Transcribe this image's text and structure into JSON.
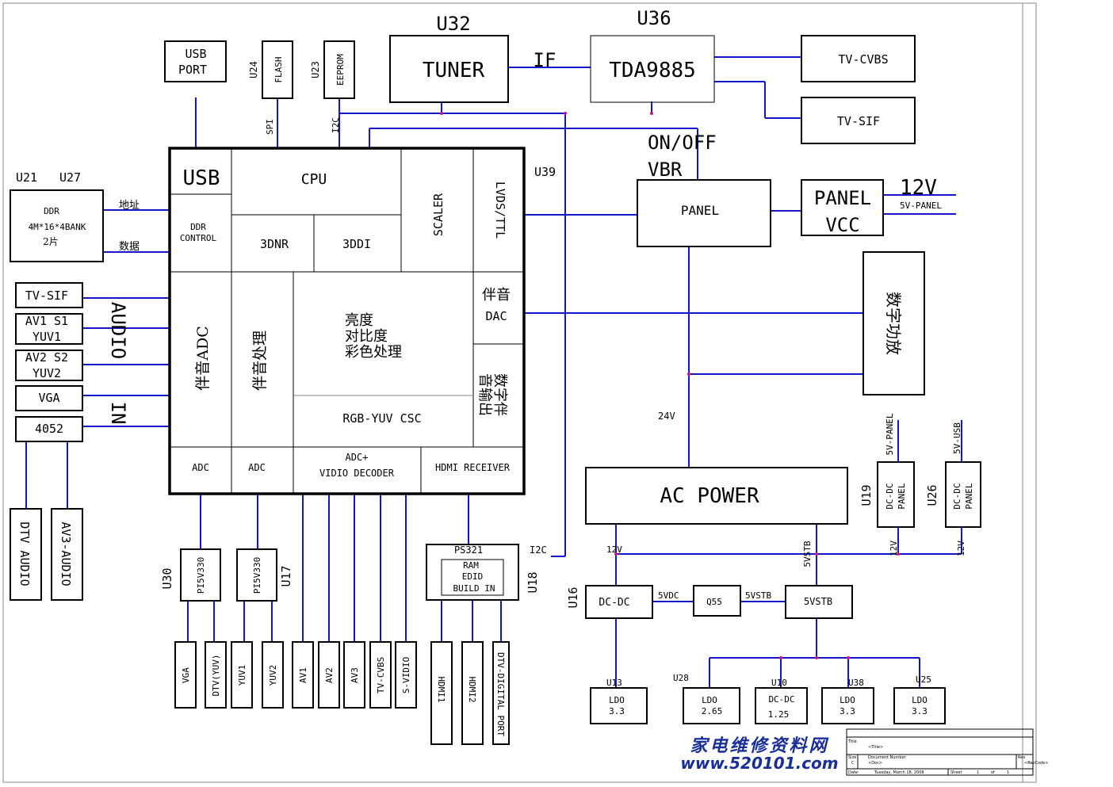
{
  "labels": {
    "usb_port": [
      "USB",
      "PORT"
    ],
    "u24": "U24",
    "flash": "FLASH",
    "spi": "SPI",
    "u23": "U23",
    "eeprom": "EEPROM",
    "i2c_top": "I2C",
    "u32": "U32",
    "tuner": "TUNER",
    "if": "IF",
    "u36": "U36",
    "tda": "TDA9885",
    "tv_cvbs": "TV-CVBS",
    "tv_sif_out": "TV-SIF",
    "onoff": "ON/OFF",
    "vbr": "VBR",
    "panel": "PANEL",
    "panel_vcc": [
      "PANEL",
      "VCC"
    ],
    "v12": "12V",
    "v5panel": "5V-PANEL",
    "u39": "U39",
    "u21": "U21",
    "u27": "U27",
    "ddr": [
      "DDR",
      "4M*16*4BANK",
      "2片"
    ],
    "addr": "地址",
    "data": "数据",
    "usb": "USB",
    "ddr_ctrl": [
      "DDR",
      "CONTROL"
    ],
    "cpu": "CPU",
    "dnr": "3DNR",
    "ddi": "3DDI",
    "scaler": "SCALER",
    "lvds": "LVDS/TTL",
    "audio_adc": "伴音ADC",
    "audio_proc": "伴音处理",
    "bright": [
      "亮度",
      "对比度",
      "彩色处理"
    ],
    "audio_dac": [
      "伴音",
      "DAC"
    ],
    "digital_audio_out": [
      "数字伴",
      "音输出"
    ],
    "csc": "RGB-YUV CSC",
    "adc1": "ADC",
    "adc2": "ADC",
    "vdec": [
      "ADC+",
      "VIDIO DECODER"
    ],
    "hdmi_rx": "HDMI  RECEIVER",
    "inputs": {
      "tvsif": "TV-SIF",
      "av1": [
        "AV1 S1",
        "YUV1"
      ],
      "av2": [
        "AV2 S2",
        "YUV2"
      ],
      "vga": "VGA",
      "c4052": "4052"
    },
    "audio_in": [
      "AUDIO",
      "IN"
    ],
    "dtv_audio": "DTV AUDIO",
    "av3_audio": "AV3-AUDIO",
    "amp": "数字功放",
    "v24": "24V",
    "ac_power": "AC   POWER",
    "u30": "U30",
    "u17": "U17",
    "pi": "PI5V330",
    "ps321": "PS321",
    "edid": [
      "RAM",
      "EDID",
      "BUILD IN"
    ],
    "i2c_mid": "I2C",
    "u18": "U18",
    "video_connectors": [
      "VGA",
      "DTV(YUV)",
      "YUV1",
      "YUV2",
      "AV1",
      "AV2",
      "AV3",
      "TV-CVBS",
      "S-VIDIO"
    ],
    "hdmi_connectors": [
      "HDMI1",
      "HDMI2",
      "DTV-DIGITAL PORT"
    ],
    "u19": "U19",
    "u26": "U26",
    "dcdc_panel": [
      "DC-DC",
      "PANEL"
    ],
    "v5usb": "5V-USB",
    "v12_rail": "12V",
    "v5stb_rail": "5VSTB",
    "u16": "U16",
    "dcdc": "DC-DC",
    "v5vdc": "5VDC",
    "q55": "Q55",
    "v5vstb": "5VSTB",
    "b5vstb": "5VSTB",
    "ldos": [
      {
        "ref": "U13",
        "name": "LDO",
        "val": "3.3"
      },
      {
        "ref": "U28",
        "name": "LDO",
        "val": "2.65"
      },
      {
        "ref": "U10",
        "name": "DC-DC",
        "val": "1.25"
      },
      {
        "ref": "U38",
        "name": "LDO",
        "val": "3.3"
      },
      {
        "ref": "U25",
        "name": "LDO",
        "val": "3.3"
      }
    ],
    "watermark": [
      "家电维修资料网",
      "www.520101.com"
    ],
    "title_block": {
      "title_label": "Title",
      "title_value": "<Title>",
      "size_label": "Size",
      "size_value": "C",
      "docnum_label": "Document Number",
      "docnum_value": "<Doc>",
      "rev_label": "Rev",
      "rev_value": "<RevCode>",
      "date_label": "Date:",
      "date_value": "Tuesday, March 18, 2008",
      "sheet_label": "Sheet",
      "sheet_value": "1",
      "of_label": "of",
      "of_value": "1"
    }
  },
  "colors": {
    "wire": "#1414c8",
    "outline": "#000000"
  }
}
